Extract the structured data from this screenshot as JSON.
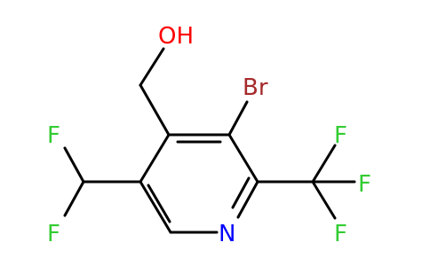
{
  "molecule": {
    "atoms": {
      "oh": {
        "label": "OH",
        "color": "#ff0000"
      },
      "br": {
        "label": "Br",
        "color": "#a52a2a"
      },
      "n": {
        "label": "N",
        "color": "#0000ff"
      },
      "f_chf2_top": {
        "label": "F",
        "color": "#33cc33"
      },
      "f_chf2_bottom": {
        "label": "F",
        "color": "#33cc33"
      },
      "f_cf3_top": {
        "label": "F",
        "color": "#33cc33"
      },
      "f_cf3_right": {
        "label": "F",
        "color": "#33cc33"
      },
      "f_cf3_bottom": {
        "label": "F",
        "color": "#33cc33"
      }
    },
    "bond_color": "#000000"
  }
}
